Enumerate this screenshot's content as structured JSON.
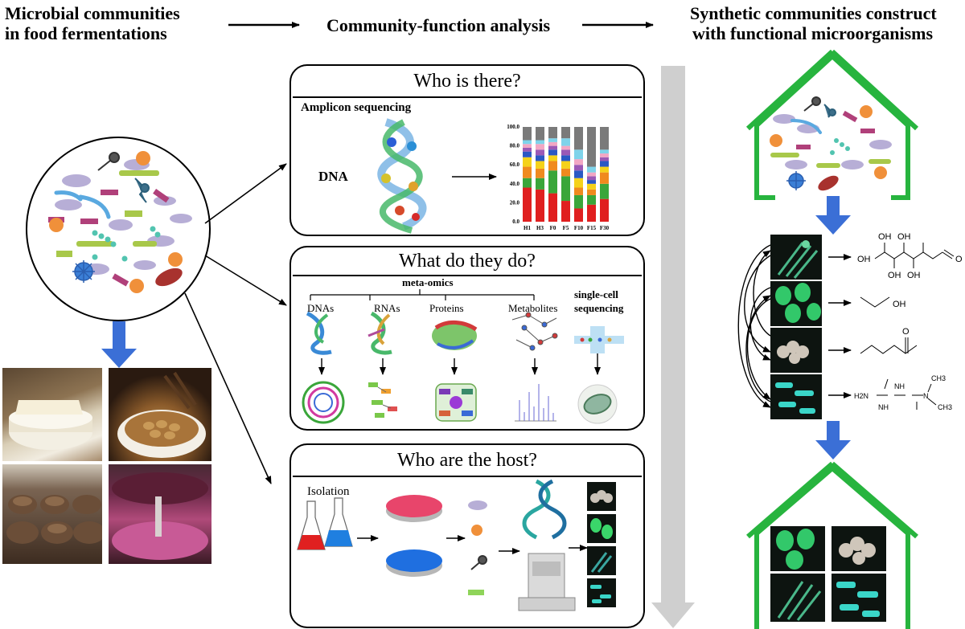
{
  "headers": {
    "left_line1": "Microbial communities",
    "left_line2": "in food fermentations",
    "middle": "Community-function analysis",
    "right_line1": "Synthetic communities construct",
    "right_line2": "with functional microorganisms"
  },
  "box_who": {
    "title": "Who is there?",
    "method": "Amplicon sequencing",
    "dna_label": "DNA"
  },
  "box_what": {
    "title": "What do they do?",
    "meta_label": "meta-omics",
    "omics": [
      "DNAs",
      "RNAs",
      "Proteins",
      "Metabolites"
    ],
    "single_cell_line1": "single-cell",
    "single_cell_line2": "sequencing"
  },
  "box_host": {
    "title": "Who are the host?",
    "isolation": "Isolation"
  },
  "chart_data": {
    "type": "bar",
    "stacked": true,
    "categories": [
      "H1",
      "H3",
      "F0",
      "F5",
      "F10",
      "F15",
      "F30"
    ],
    "ylim": [
      0,
      100
    ],
    "yticks": [
      "0.0",
      "20.0",
      "40.0",
      "60.0",
      "80.0",
      "100.0"
    ],
    "series": [
      {
        "color": "#e01f1f",
        "values": [
          36,
          34,
          30,
          22,
          14,
          18,
          24
        ]
      },
      {
        "color": "#3aa63a",
        "values": [
          10,
          12,
          24,
          26,
          14,
          10,
          16
        ]
      },
      {
        "color": "#f08a1e",
        "values": [
          12,
          10,
          10,
          8,
          8,
          6,
          12
        ]
      },
      {
        "color": "#f5d21a",
        "values": [
          10,
          8,
          6,
          8,
          10,
          6,
          6
        ]
      },
      {
        "color": "#2b58c4",
        "values": [
          6,
          6,
          6,
          6,
          8,
          4,
          6
        ]
      },
      {
        "color": "#9b59b6",
        "values": [
          4,
          6,
          4,
          6,
          6,
          4,
          4
        ]
      },
      {
        "color": "#f2a7c4",
        "values": [
          4,
          6,
          4,
          4,
          6,
          4,
          4
        ]
      },
      {
        "color": "#7fd3ea",
        "values": [
          4,
          4,
          4,
          8,
          10,
          6,
          4
        ]
      },
      {
        "color": "#7a7a7a",
        "values": [
          14,
          14,
          12,
          12,
          24,
          42,
          24
        ]
      }
    ]
  },
  "chemistry": {
    "compound1_groups": [
      "OH",
      "OH",
      "OH",
      "OH",
      "OH",
      "O"
    ],
    "compound2_groups": [
      "OH"
    ],
    "compound3_groups": [
      "O"
    ],
    "compound4_groups": [
      "H2N",
      "NH",
      "NH",
      "N",
      "CH3",
      "CH3"
    ]
  },
  "colors": {
    "house_green": "#27b43e",
    "blue_arrow": "#3b6fd6",
    "gray_arrow": "#c9c9c9"
  },
  "icons": [
    "microbe-community-icon",
    "dna-helix-icon",
    "petri-dish-icon",
    "flask-icon",
    "sequencer-icon",
    "house-outline-icon"
  ]
}
